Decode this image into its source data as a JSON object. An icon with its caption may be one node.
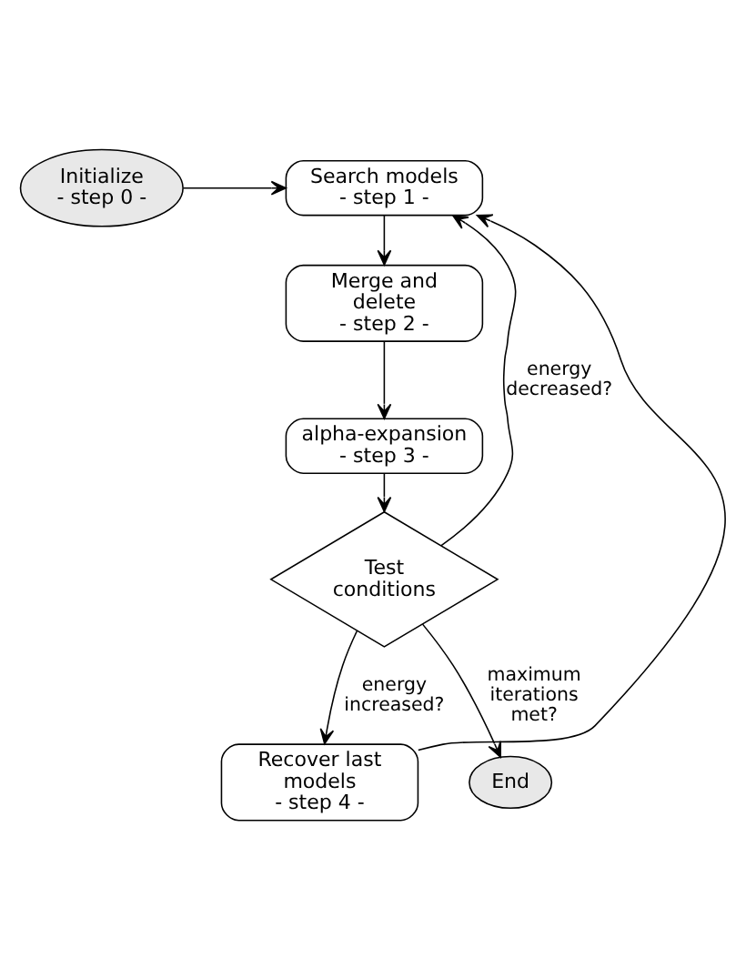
{
  "diagram": {
    "nodes": [
      {
        "text": [
          "Search models",
          "- step 1 -"
        ]
      },
      {
        "text": [
          "Initialize",
          "- step 0 -"
        ]
      },
      {
        "text": [
          "Merge and delete",
          "- step 2 -"
        ]
      },
      {
        "text": [
          "alpha-expansion",
          "- step 3 -"
        ]
      },
      {
        "text": [
          "Test conditions"
        ]
      },
      {
        "text": [
          "Recover last models",
          "- step 4 -"
        ]
      },
      {
        "text": [
          "End"
        ]
      }
    ],
    "edges": [
      {
        "from": 1,
        "to": 0,
        "arrow": "to"
      },
      {
        "from": 0,
        "to": 2,
        "arrow": "to"
      },
      {
        "from": 2,
        "to": 3,
        "arrow": "to"
      },
      {
        "from": 3,
        "to": 4,
        "arrow": "to"
      },
      {
        "from": 4,
        "to": 0,
        "arrow": "to",
        "label": "energy decreased?"
      },
      {
        "from": 4,
        "to": 6,
        "arrow": "to",
        "label": "maximum iterations met?"
      },
      {
        "from": 4,
        "to": 5,
        "arrow": "to",
        "label": "energy increased?"
      },
      {
        "from": 5,
        "to": 0,
        "arrow": "to"
      }
    ]
  }
}
